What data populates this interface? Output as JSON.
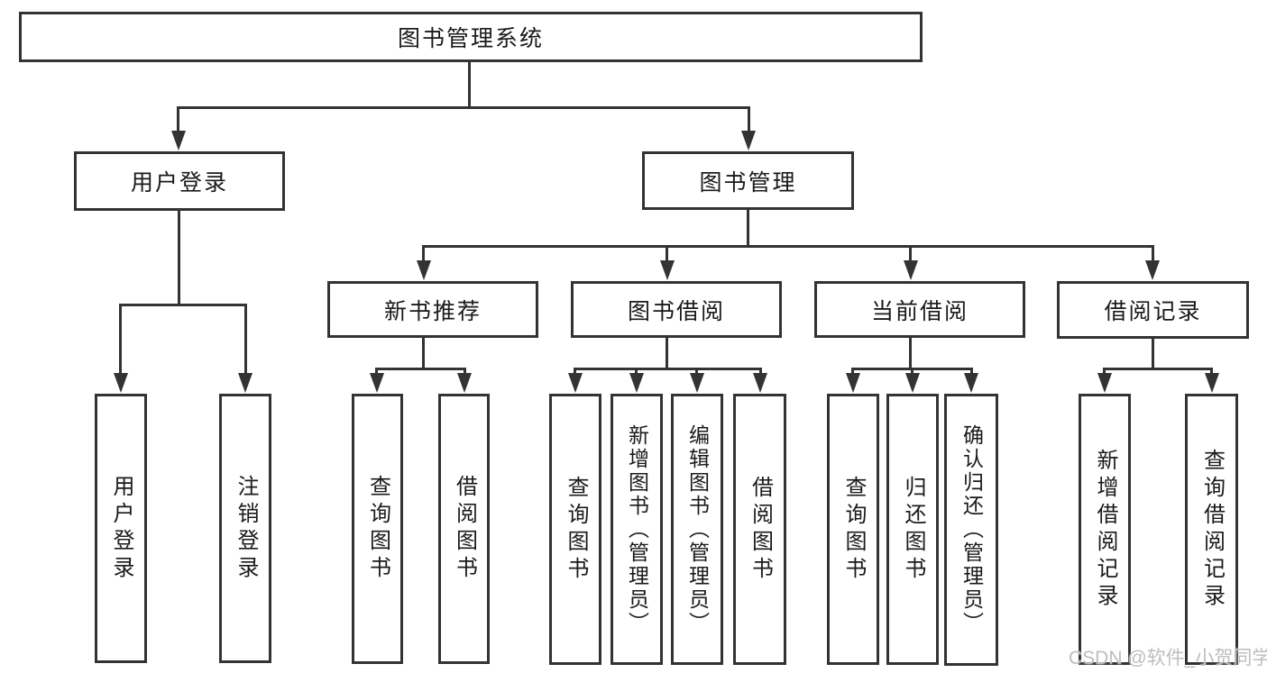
{
  "tree": {
    "root": {
      "label": "图书管理系统"
    },
    "level2": [
      {
        "label": "用户登录"
      },
      {
        "label": "图书管理"
      }
    ],
    "level3": [
      {
        "label": "新书推荐"
      },
      {
        "label": "图书借阅"
      },
      {
        "label": "当前借阅"
      },
      {
        "label": "借阅记录"
      }
    ],
    "leaves": {
      "user_group": [
        {
          "label": "用户登录"
        },
        {
          "label": "注销登录"
        }
      ],
      "new_book": [
        {
          "label": "查询图书"
        },
        {
          "label": "借阅图书"
        }
      ],
      "borrow": [
        {
          "label": "查询图书"
        },
        {
          "label": "新增图书（管理员）"
        },
        {
          "label": "编辑图书（管理员）"
        },
        {
          "label": "借阅图书"
        }
      ],
      "current": [
        {
          "label": "查询图书"
        },
        {
          "label": "归还图书"
        },
        {
          "label": "确认归还（管理员）"
        }
      ],
      "records": [
        {
          "label": "新增借阅记录"
        },
        {
          "label": "查询借阅记录"
        }
      ]
    }
  },
  "watermark": {
    "text": "CSDN @软件_小贺同学"
  },
  "colors": {
    "line": "#333333",
    "text": "#1a1a1a",
    "watermark": "#bdbdbd",
    "background": "#ffffff"
  }
}
